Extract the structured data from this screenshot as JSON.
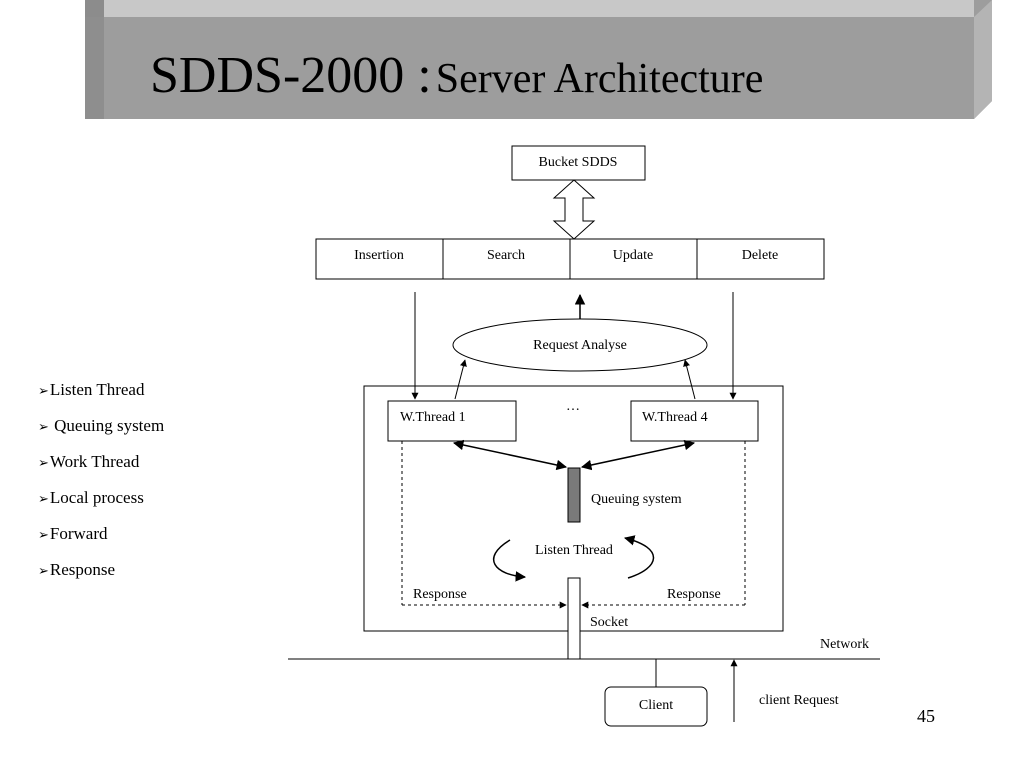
{
  "slide": {
    "title_main": "SDDS-2000 :",
    "title_sub": "Server Architecture",
    "page_number": "45",
    "bullets": [
      "Listen Thread",
      " Queuing system",
      "Work Thread",
      "Local process",
      "Forward",
      "Response"
    ],
    "colors": {
      "title_bar": "#9d9d9d",
      "title_bar_top": "#c8c8c8",
      "title_bar_side": "#b4b4b4",
      "queue_fill": "#7a7a7a"
    }
  },
  "diagram": {
    "bucket": "Bucket SDDS",
    "operations": [
      "Insertion",
      "Search",
      "Update",
      "Delete"
    ],
    "request_analyse": "Request Analyse",
    "thread_left": "W.Thread 1",
    "thread_right": "W.Thread 4",
    "ellipsis": "…",
    "queuing_system": "Queuing system",
    "listen_thread": "Listen Thread",
    "response_left": "Response",
    "response_right": "Response",
    "socket": "Socket",
    "network": "Network",
    "client": "Client",
    "client_request": "client Request"
  }
}
